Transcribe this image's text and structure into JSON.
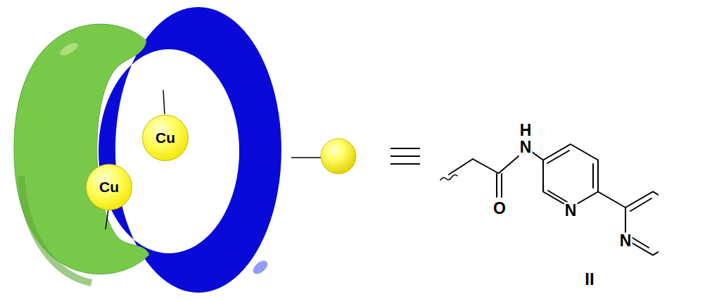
{
  "diagram": {
    "nodes": [
      {
        "text": [
          "Cu"
        ]
      },
      {
        "text": [
          "Cu"
        ]
      }
    ],
    "labels": [
      "H",
      "N",
      "O",
      "N",
      "N",
      "II"
    ]
  }
}
